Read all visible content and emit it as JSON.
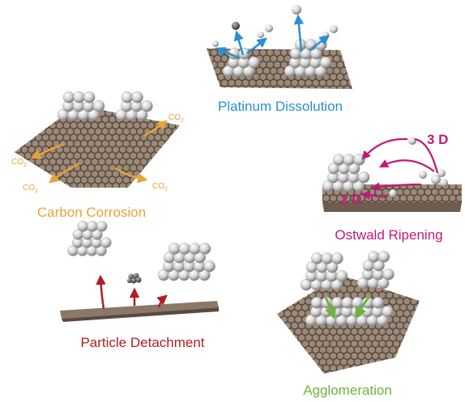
{
  "panels": {
    "platinum_dissolution": {
      "caption": "Platinum Dissolution",
      "color": "#2a8fd0"
    },
    "carbon_corrosion": {
      "caption": "Carbon Corrosion",
      "color": "#e8a33a",
      "gas_labels": [
        {
          "main": "CO",
          "sub": "2"
        },
        {
          "main": "CO",
          "sub": "2"
        },
        {
          "main": "CO",
          "sub": "2"
        },
        {
          "main": "CO",
          "sub": "2"
        }
      ]
    },
    "ostwald_ripening": {
      "caption": "Ostwald Ripening",
      "color": "#c2187a",
      "label_3d": "3 D",
      "label_2d": "2 D"
    },
    "particle_detachment": {
      "caption": "Particle Detachment",
      "color": "#b01e23"
    },
    "agglomeration": {
      "caption": "Agglomeration",
      "color": "#6db33f"
    }
  },
  "colors": {
    "graphene": "#8a7868",
    "graphene_line": "#5a4a3e",
    "particle_light": "#f4f4f4",
    "particle_dark": "#8c8c8c"
  }
}
